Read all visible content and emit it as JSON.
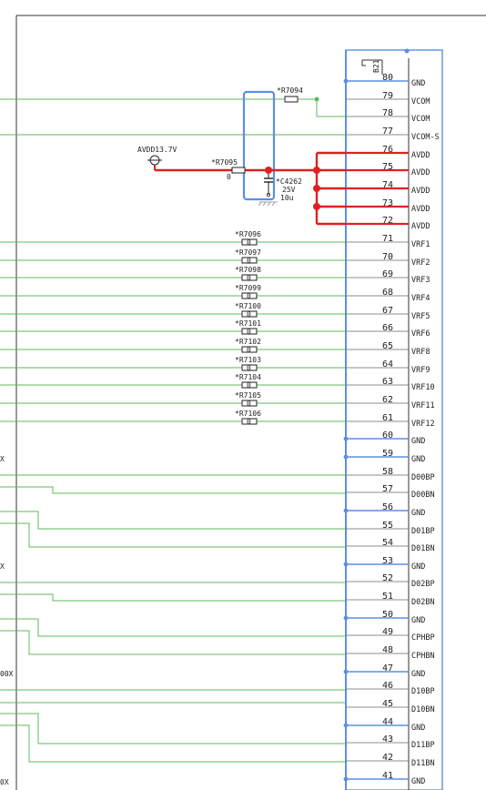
{
  "colors": {
    "green_net": "#5cb85c",
    "blue_net": "#5b8fe6",
    "red_net": "#e02020",
    "border": "#333333"
  },
  "connector": {
    "ref": "B21",
    "pins": [
      {
        "num": "80",
        "name": "GND"
      },
      {
        "num": "79",
        "name": "VCOM"
      },
      {
        "num": "78",
        "name": "VCOM"
      },
      {
        "num": "77",
        "name": "VCOM-S"
      },
      {
        "num": "76",
        "name": "AVDD"
      },
      {
        "num": "75",
        "name": "AVDD"
      },
      {
        "num": "74",
        "name": "AVDD"
      },
      {
        "num": "73",
        "name": "AVDD"
      },
      {
        "num": "72",
        "name": "AVDD"
      },
      {
        "num": "71",
        "name": "VRF1"
      },
      {
        "num": "70",
        "name": "VRF2"
      },
      {
        "num": "69",
        "name": "VRF3"
      },
      {
        "num": "68",
        "name": "VRF4"
      },
      {
        "num": "67",
        "name": "VRF5"
      },
      {
        "num": "66",
        "name": "VRF6"
      },
      {
        "num": "65",
        "name": "VRF8"
      },
      {
        "num": "64",
        "name": "VRF9"
      },
      {
        "num": "63",
        "name": "VRF10"
      },
      {
        "num": "62",
        "name": "VRF11"
      },
      {
        "num": "61",
        "name": "VRF12"
      },
      {
        "num": "60",
        "name": "GND"
      },
      {
        "num": "59",
        "name": "GND"
      },
      {
        "num": "58",
        "name": "D00BP"
      },
      {
        "num": "57",
        "name": "D00BN"
      },
      {
        "num": "56",
        "name": "GND"
      },
      {
        "num": "55",
        "name": "D01BP"
      },
      {
        "num": "54",
        "name": "D01BN"
      },
      {
        "num": "53",
        "name": "GND"
      },
      {
        "num": "52",
        "name": "D02BP"
      },
      {
        "num": "51",
        "name": "D02BN"
      },
      {
        "num": "50",
        "name": "GND"
      },
      {
        "num": "49",
        "name": "CPHBP"
      },
      {
        "num": "48",
        "name": "CPHBN"
      },
      {
        "num": "47",
        "name": "GND"
      },
      {
        "num": "46",
        "name": "D10BP"
      },
      {
        "num": "45",
        "name": "D10BN"
      },
      {
        "num": "44",
        "name": "GND"
      },
      {
        "num": "43",
        "name": "D11BP"
      },
      {
        "num": "42",
        "name": "D11BN"
      },
      {
        "num": "41",
        "name": "GND"
      }
    ]
  },
  "power": {
    "label": "AVDD13.7V"
  },
  "r7094": {
    "label": "*R7094"
  },
  "r7095": {
    "label": "*R7095",
    "value": "0"
  },
  "c4262": {
    "label": "*C4262",
    "voltage": "25V",
    "value": "10u"
  },
  "vrf_resistors": [
    {
      "label": "*R7096",
      "value": "0"
    },
    {
      "label": "*R7097",
      "value": "0"
    },
    {
      "label": "*R7098",
      "value": "0"
    },
    {
      "label": "*R7099",
      "value": "0"
    },
    {
      "label": "*R7100",
      "value": "0"
    },
    {
      "label": "*R7101",
      "value": "0"
    },
    {
      "label": "*R7102",
      "value": "0"
    },
    {
      "label": "*R7103",
      "value": "0"
    },
    {
      "label": "*R7104",
      "value": "0"
    },
    {
      "label": "*R7105",
      "value": "0"
    },
    {
      "label": "*R7106",
      "value": "0"
    }
  ],
  "edge_labels": [
    "X",
    "X",
    "00X",
    "0X"
  ]
}
